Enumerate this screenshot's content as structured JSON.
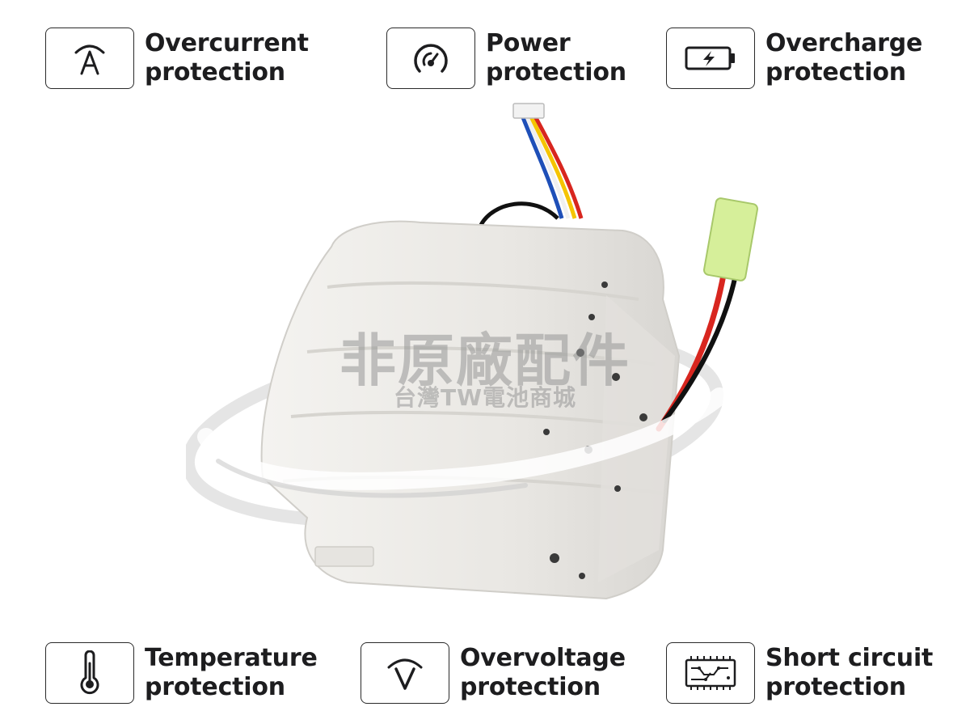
{
  "features": {
    "overcurrent": {
      "icon": "ampere-gauge-icon",
      "line1": "Overcurrent",
      "line2": "protection"
    },
    "power": {
      "icon": "speedometer-icon",
      "line1": "Power",
      "line2": "protection"
    },
    "overcharge": {
      "icon": "battery-charging-icon",
      "line1": "Overcharge",
      "line2": "protection"
    },
    "temperature": {
      "icon": "thermometer-icon",
      "line1": "Temperature",
      "line2": "protection"
    },
    "overvoltage": {
      "icon": "volt-gauge-icon",
      "line1": "Overvoltage",
      "line2": "protection"
    },
    "short_circuit": {
      "icon": "circuit-board-icon",
      "line1": "Short circuit",
      "line2": "protection"
    }
  },
  "watermark": {
    "line1": "非原廠配件",
    "line2": "台灣TW電池商城"
  },
  "colors": {
    "text": "#1d1d1f",
    "battery_body": "#eceae6",
    "wire_red": "#d8261f",
    "connector_green": "#d6ef9a"
  }
}
